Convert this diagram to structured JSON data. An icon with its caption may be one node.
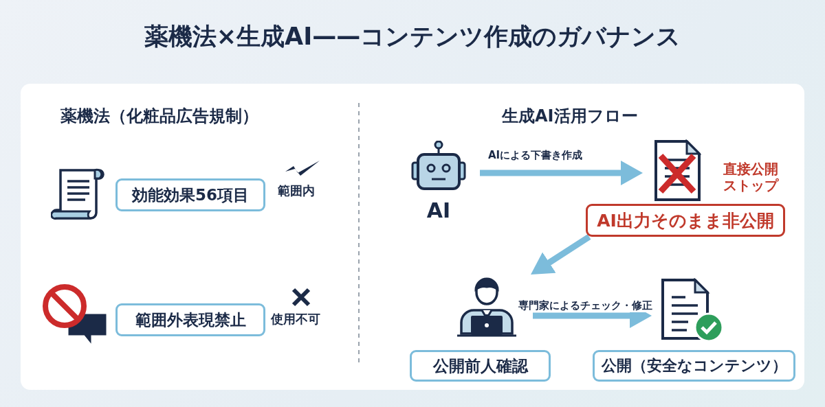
{
  "diagram": {
    "title": "薬機法×生成AI——コンテンツ作成のガバナンス",
    "nodes": [
      {
        "text": [
          "効能効果56項目"
        ],
        "beside": [
          "範囲内"
        ]
      },
      {
        "text": [
          "範囲外表現禁止"
        ],
        "beside": [
          "使用不可"
        ]
      },
      {
        "text": [
          "AI"
        ]
      },
      {
        "text": [],
        "shape": "document"
      },
      {
        "text": [
          "AI出力そのまま非公開"
        ]
      },
      {
        "text": [],
        "shape": "person"
      },
      {
        "text": [
          "公開前人確認"
        ]
      },
      {
        "text": [],
        "shape": "document"
      },
      {
        "text": [
          "公開（安全なコンテンツ）"
        ]
      }
    ],
    "edges": [
      {
        "from": 2,
        "to": 3,
        "arrow": "to",
        "label": "AIによる下書き作成"
      },
      {
        "from": 4,
        "to": 5,
        "arrow": "to"
      },
      {
        "from": 5,
        "to": 7,
        "arrow": "to",
        "label": "専門家によるチェック・修正"
      }
    ],
    "labels": [
      "薬機法（化粧品広告規制）",
      "生成AI活用フロー",
      "直接公開ストップ"
    ]
  }
}
